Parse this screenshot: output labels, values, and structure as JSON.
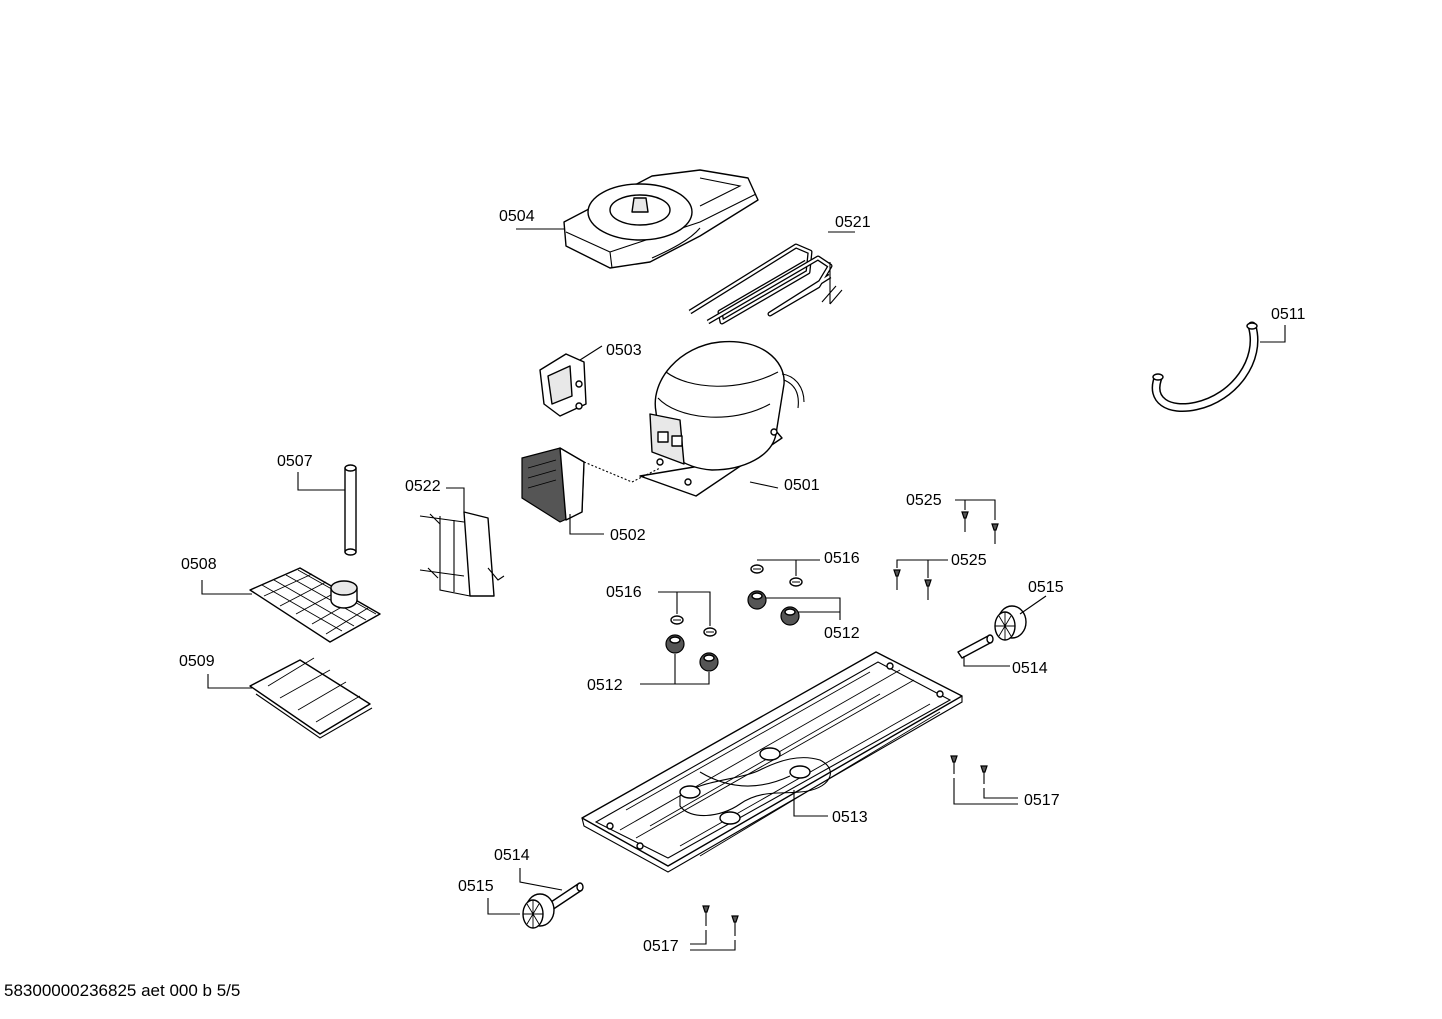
{
  "diagram": {
    "labels": {
      "l0504": "0504",
      "l0521": "0521",
      "l0511": "0511",
      "l0503": "0503",
      "l0501": "0501",
      "l0502": "0502",
      "l0507": "0507",
      "l0522": "0522",
      "l0508": "0508",
      "l0509": "0509",
      "l0525a": "0525",
      "l0525b": "0525",
      "l0516a": "0516",
      "l0516b": "0516",
      "l0512a": "0512",
      "l0512b": "0512",
      "l0515a": "0515",
      "l0514a": "0514",
      "l0513": "0513",
      "l0517a": "0517",
      "l0514b": "0514",
      "l0515b": "0515",
      "l0517b": "0517"
    }
  },
  "footer": {
    "doc_id": "58300000236825 aet 000 b 5/5"
  }
}
